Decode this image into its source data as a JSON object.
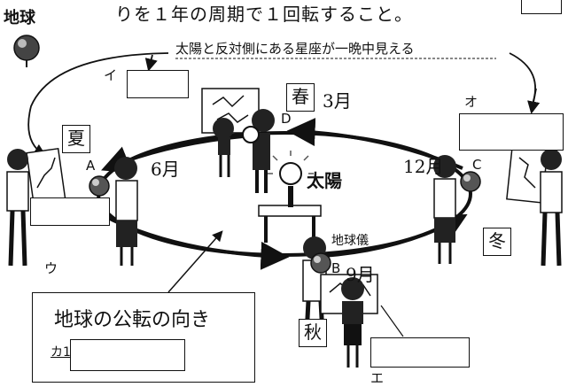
{
  "header": {
    "earth_title": "地球",
    "top_text": "りを１年の周期で１回転すること。"
  },
  "arc_caption": "太陽と反対側にある星座が一晩中見える",
  "sun_label": "太陽",
  "globe_label": "地球儀",
  "seasons": {
    "spring": "春",
    "summer": "夏",
    "autumn": "秋",
    "winter": "冬"
  },
  "positions": {
    "A": {
      "letter": "A",
      "month": "6月"
    },
    "B": {
      "letter": "B",
      "month": "9月"
    },
    "C": {
      "letter": "C",
      "month": "12月"
    },
    "D": {
      "letter": "D",
      "month": "3月"
    }
  },
  "blank_labels": {
    "i": "イ",
    "u": "ウ",
    "e": "エ",
    "o": "オ"
  },
  "callout": {
    "text": "地球の公転の向き",
    "answer_label": "カ1"
  },
  "colors": {
    "line": "#111111",
    "sun": "#888888"
  }
}
